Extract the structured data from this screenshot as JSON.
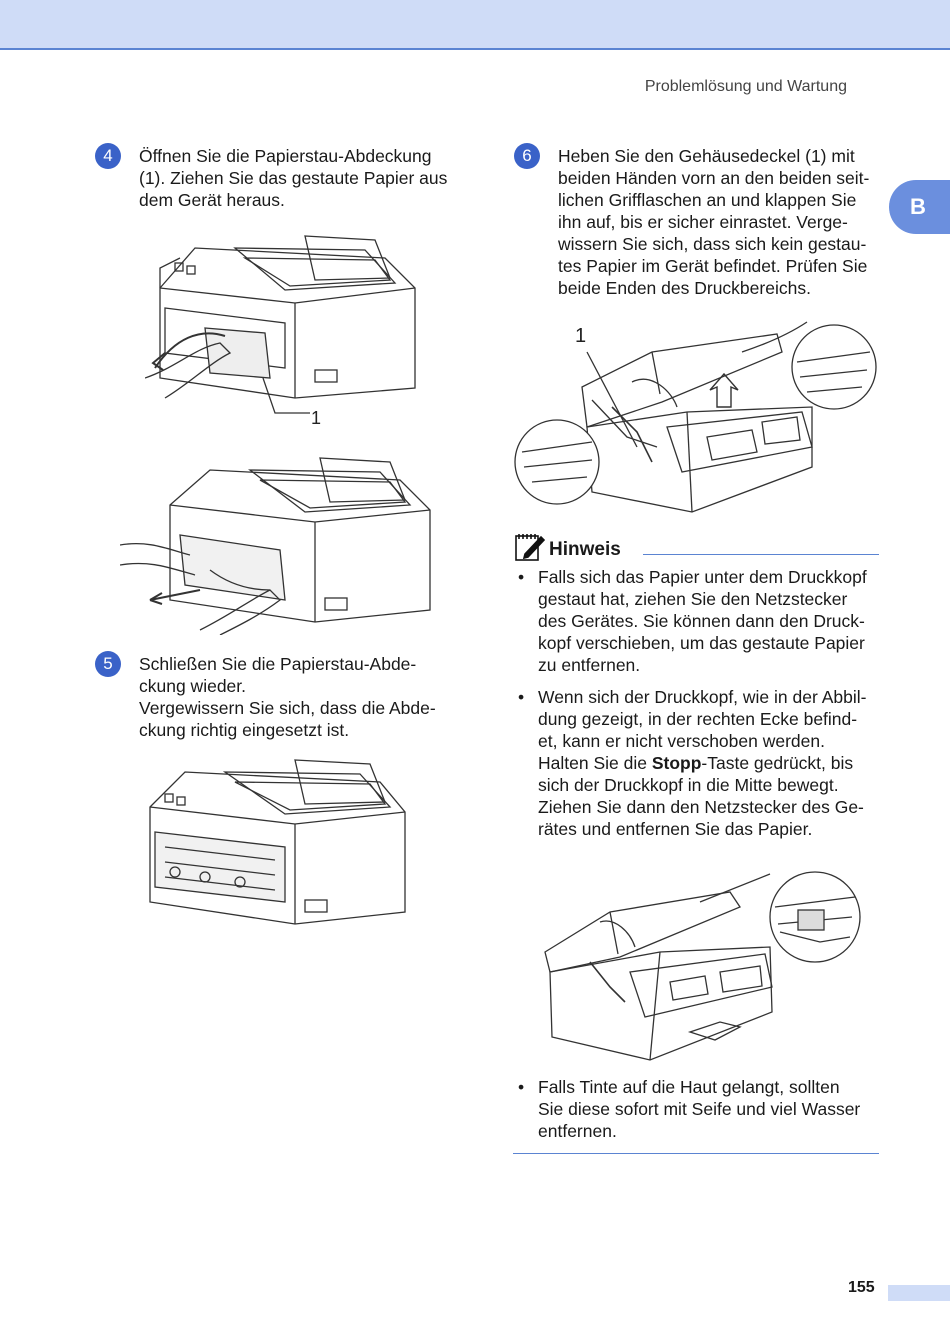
{
  "header": {
    "title": "Problemlösung und Wartung",
    "tab": "B"
  },
  "steps": [
    {
      "num": "4",
      "lines": [
        "Öffnen Sie die Papierstau-Abdeckung",
        "(1). Ziehen Sie das gestaute Papier aus",
        "dem Gerät heraus."
      ]
    },
    {
      "num": "5",
      "lines": [
        "Schließen Sie die Papierstau-Abde-",
        "ckung wieder.",
        "Vergewissern Sie sich, dass die Abde-",
        "ckung richtig eingesetzt ist."
      ]
    },
    {
      "num": "6",
      "lines": [
        "Heben Sie den Gehäusedeckel (1) mit",
        "beiden Händen vorn an den beiden seit-",
        "lichen Grifflaschen an und klappen Sie",
        "ihn auf, bis er sicher einrastet. Verge-",
        "wissern Sie sich, dass sich kein gestau-",
        "tes Papier im Gerät befindet. Prüfen Sie",
        "beide Enden des Druckbereichs."
      ]
    }
  ],
  "callouts": {
    "fig1": "1",
    "fig4": "1"
  },
  "hinweis": {
    "title": "Hinweis",
    "bullets": [
      {
        "lines": [
          "Falls sich das Papier unter dem Druckkopf",
          "gestaut hat, ziehen Sie den Netzstecker",
          "des Gerätes. Sie können dann den Druck-",
          "kopf verschieben, um das gestaute Papier",
          "zu entfernen."
        ]
      },
      {
        "pre": [
          "Wenn sich der Druckkopf, wie in der Abbil-",
          "dung gezeigt, in der rechten Ecke befind-",
          "et, kann er nicht verschoben werden."
        ],
        "mid_prefix": "Halten Sie die ",
        "bold": "Stopp",
        "mid_suffix": "-Taste gedrückt, bis",
        "post": [
          "sich der Druckkopf in die Mitte bewegt.",
          "Ziehen Sie dann den Netzstecker des Ge-",
          "rätes und entfernen Sie das Papier."
        ]
      },
      {
        "lines": [
          "Falls Tinte auf die Haut gelangt, sollten",
          "Sie diese sofort mit Seife und viel Wasser",
          "entfernen."
        ]
      }
    ]
  },
  "footer": {
    "page": "155"
  }
}
